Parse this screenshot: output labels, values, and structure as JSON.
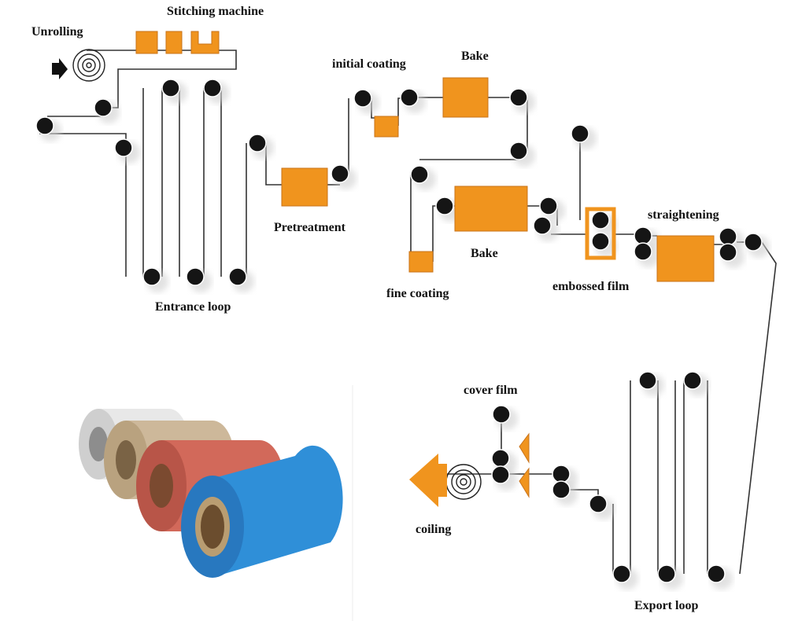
{
  "labels": {
    "unrolling": "Unrolling",
    "stitching": "Stitching machine",
    "entrance_loop": "Entrance loop",
    "pretreatment": "Pretreatment",
    "initial_coating": "initial coating",
    "bake_top": "Bake",
    "bake_bottom": "Bake",
    "fine_coating": "fine coating",
    "embossed_film": "embossed film",
    "straightening": "straightening",
    "cover_film": "cover film",
    "coiling": "coiling",
    "export_loop": "Export loop"
  },
  "colors": {
    "machine": "#f0941e",
    "roller": "#151515",
    "belt": "#333333",
    "coil_white": "#e6e6e6",
    "coil_beige": "#cdb89a",
    "coil_red": "#d2695a",
    "coil_blue": "#2f8fd8"
  }
}
